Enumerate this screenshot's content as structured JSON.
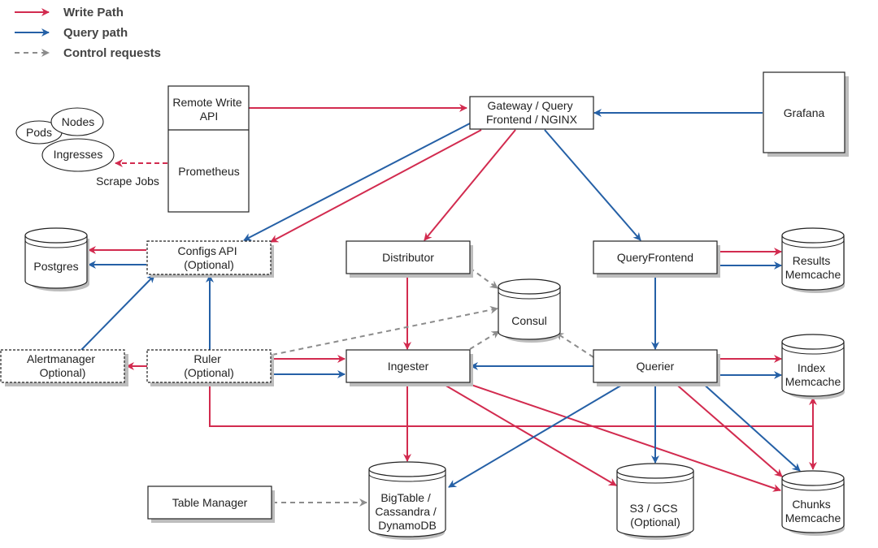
{
  "legend": [
    {
      "kind": "write",
      "label": "Write Path"
    },
    {
      "kind": "query",
      "label": "Query path"
    },
    {
      "kind": "ctrl",
      "label": "Control requests"
    }
  ],
  "nodes": {
    "remote_write": "Remote Write API",
    "prometheus": "Prometheus",
    "gateway": "Gateway / Query Frontend / NGINX",
    "grafana": "Grafana",
    "configs_api": "Configs API (Optional)",
    "postgres": "Postgres",
    "distributor": "Distributor",
    "query_frontend": "QueryFrontend",
    "results_memcache": "Results Memcache",
    "consul": "Consul",
    "alertmanager": "Alertmanager Optional)",
    "ruler": "Ruler (Optional)",
    "ingester": "Ingester",
    "querier": "Querier",
    "index_memcache": "Index Memcache",
    "chunks_memcache": "Chunks Memcache",
    "bigtable": "BigTable / Cassandra / DynamoDB",
    "s3": "S3 / GCS (Optional)",
    "table_manager": "Table Manager"
  },
  "clouds": [
    "Pods",
    "Nodes",
    "Ingresses"
  ],
  "scrape_label": "Scrape Jobs",
  "colors": {
    "write": "#d22b4f",
    "query": "#2560a6",
    "ctrl": "#8c8c8c"
  }
}
